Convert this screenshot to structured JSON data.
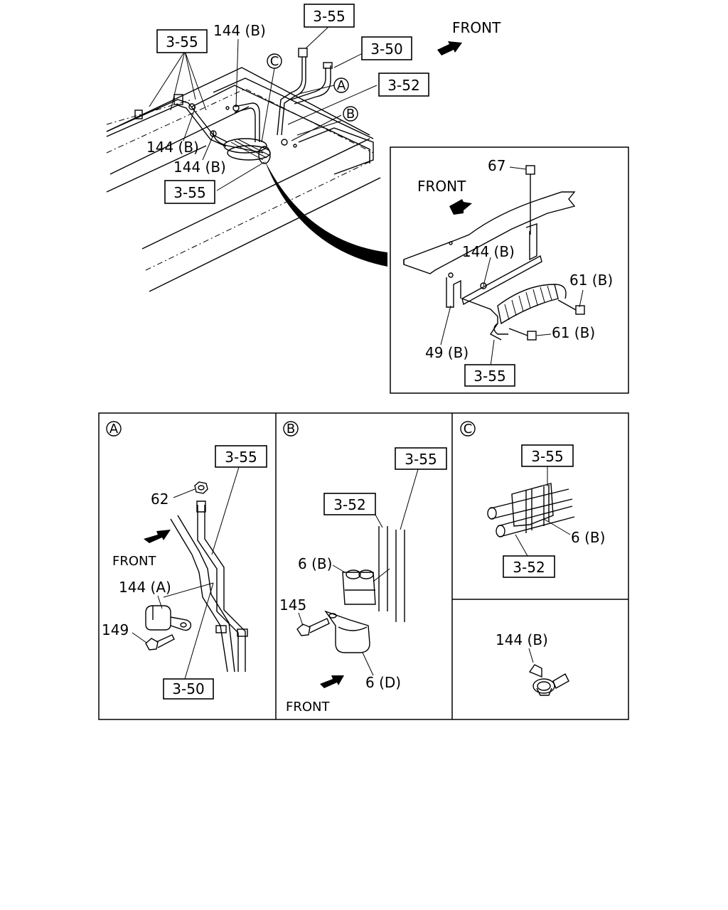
{
  "labels": {
    "front": "FRONT",
    "ref_3_55": "3-55",
    "ref_3_50": "3-50",
    "ref_3_52": "3-52",
    "part_144b": "144 (B)",
    "part_144a": "144 (A)",
    "part_67": "67",
    "part_61b": "61 (B)",
    "part_49b": "49 (B)",
    "part_62": "62",
    "part_149": "149",
    "part_145": "145",
    "part_6b": "6 (B)",
    "part_6d": "6 (D)",
    "callout_a": "A",
    "callout_b": "B",
    "callout_c": "C"
  }
}
